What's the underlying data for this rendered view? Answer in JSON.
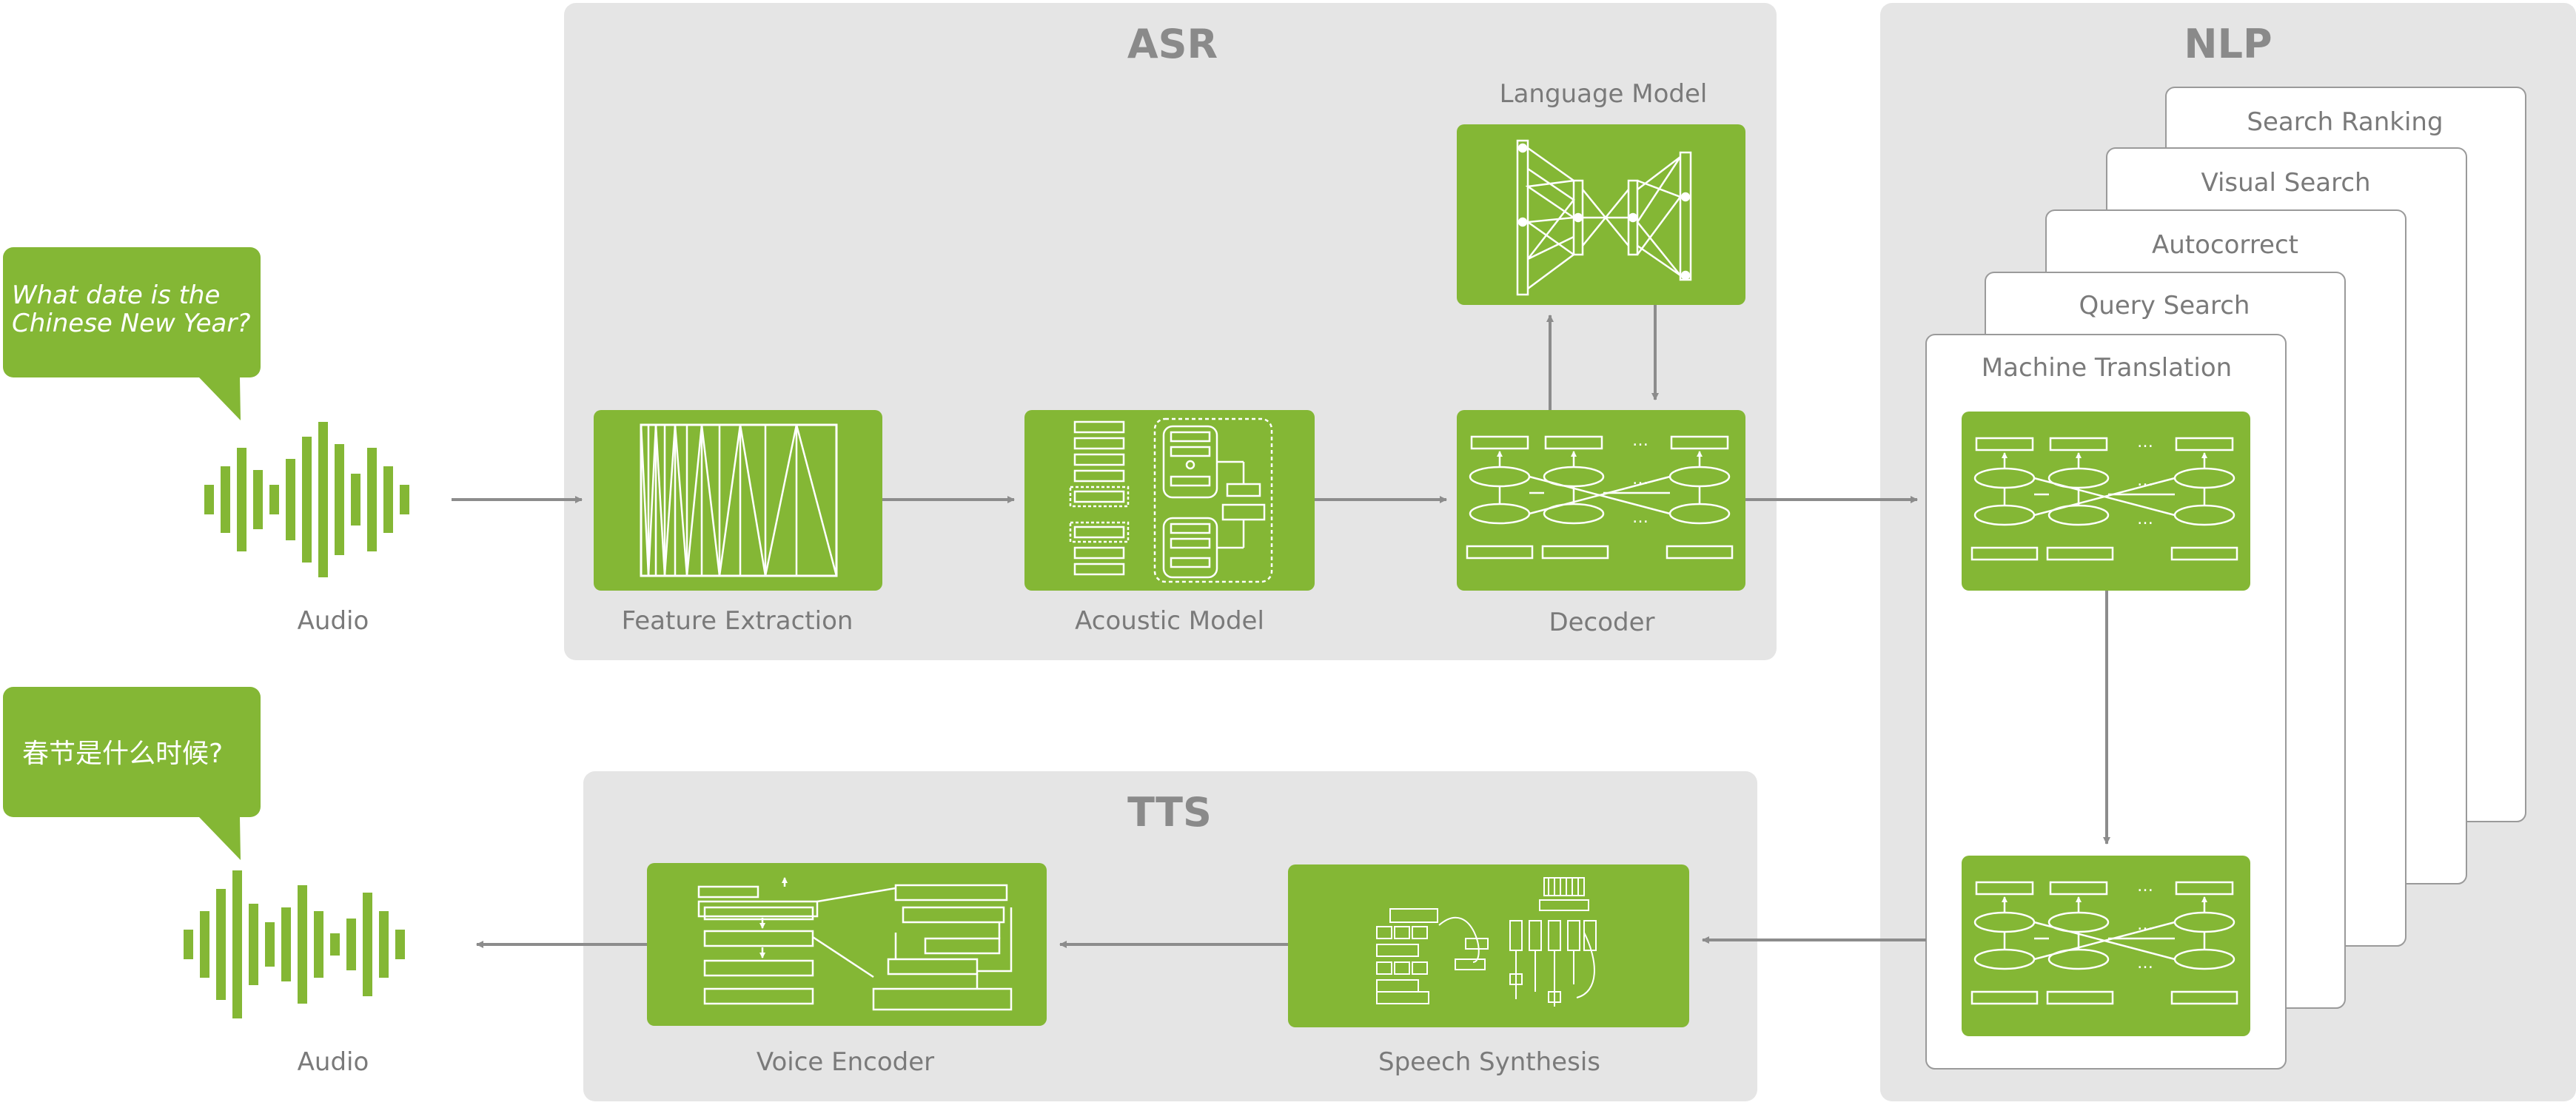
{
  "sections": {
    "asr": "ASR",
    "nlp": "NLP",
    "tts": "TTS"
  },
  "input": {
    "bubble_line1": "What date is the",
    "bubble_line2": "Chinese New Year?",
    "audio_label": "Audio"
  },
  "output": {
    "bubble_text": "春节是什么时候?",
    "audio_label": "Audio"
  },
  "asr": {
    "feature_extraction": "Feature Extraction",
    "acoustic_model": "Acoustic Model",
    "decoder": "Decoder",
    "language_model": "Language Model"
  },
  "nlp": {
    "cards": [
      "Search Ranking",
      "Visual Search",
      "Autocorrect",
      "Query Search",
      "Machine Translation"
    ]
  },
  "tts": {
    "voice_encoder": "Voice Encoder",
    "speech_synthesis": "Speech Synthesis"
  },
  "colors": {
    "green": "#84b735",
    "panel": "#e5e5e5",
    "title": "#8a8a8a",
    "label": "#7a7a7a",
    "arrow": "#8c8c8c"
  }
}
